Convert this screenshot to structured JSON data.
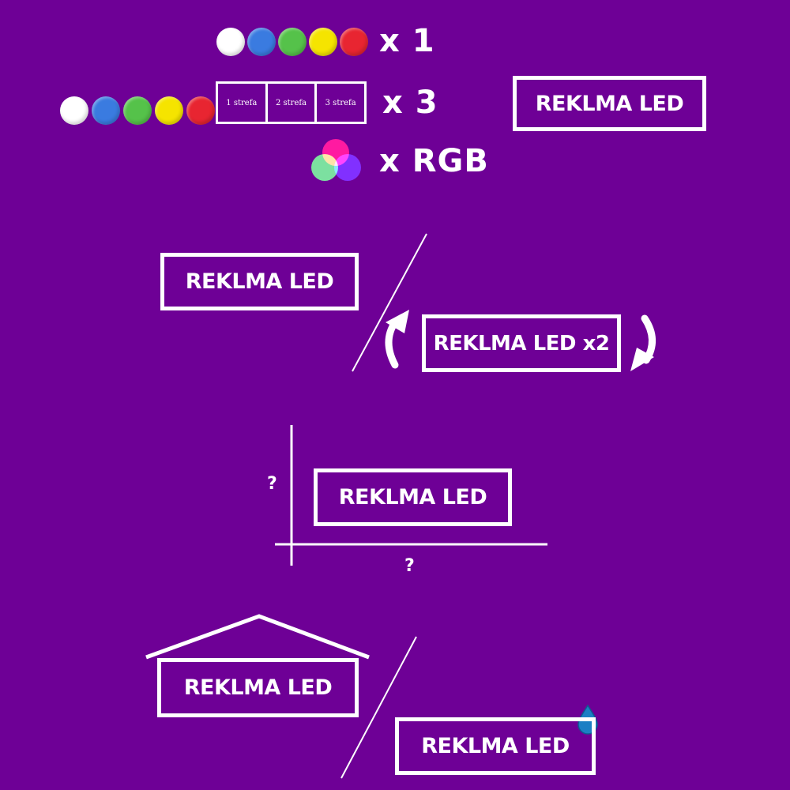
{
  "colors": {
    "background": "#6e0096",
    "white": "#ffffff",
    "led_white": "#ffffff",
    "led_blue": "#3a7be0",
    "led_green": "#55c24a",
    "led_yellow": "#f5e400",
    "led_red": "#e82531",
    "drop": "#1c7fc4"
  },
  "row_single": {
    "dots": [
      "white",
      "blue",
      "green",
      "yellow",
      "red"
    ],
    "multiplier": "x 1"
  },
  "row_zones": {
    "dots": [
      "white",
      "blue",
      "green",
      "yellow",
      "red"
    ],
    "zones": [
      "1 strefa",
      "2 strefa",
      "3 strefa"
    ],
    "multiplier": "x 3"
  },
  "row_rgb": {
    "icon": "rgb-circles-icon",
    "multiplier": "x RGB"
  },
  "signs": {
    "top_right": "REKLMA LED",
    "double_front": "REKLMA LED",
    "double_back": "REKLMA LED x2",
    "dimensions": "REKLMA LED",
    "indoor": "REKLMA LED",
    "outdoor": "REKLMA LED"
  },
  "dimension_marks": {
    "height": "?",
    "width": "?"
  },
  "icons": {
    "rotate_left": "curved-arrow-up-icon",
    "rotate_right": "curved-arrow-down-icon",
    "roof": "roof-icon",
    "drop": "water-drop-icon"
  }
}
